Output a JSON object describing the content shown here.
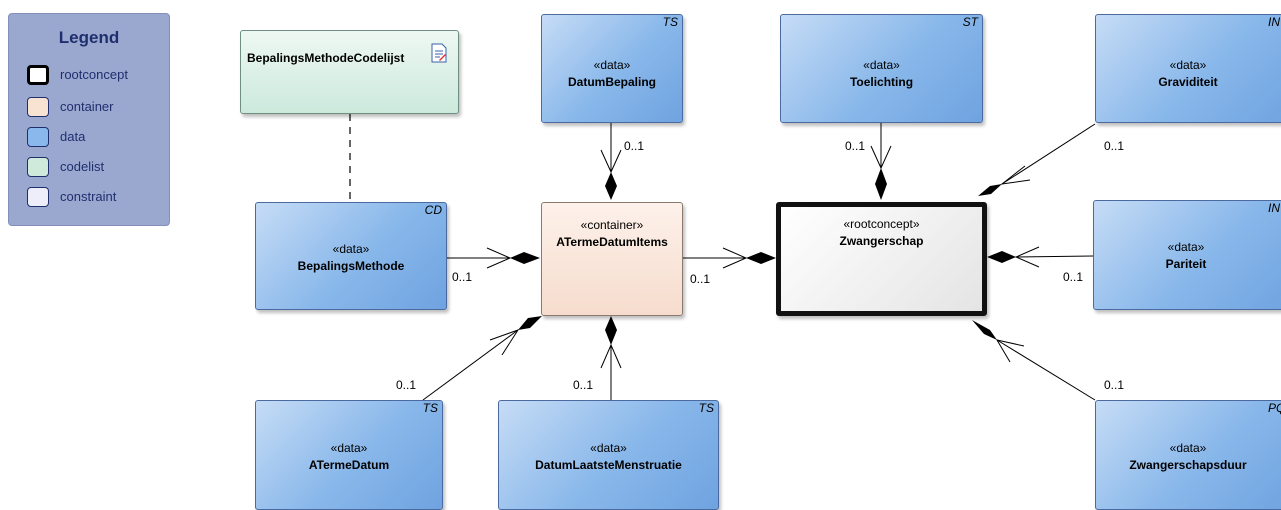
{
  "legend": {
    "title": "Legend",
    "items": [
      {
        "label": "rootconcept",
        "color": "#ffffff"
      },
      {
        "label": "container",
        "color": "#f8e2d2"
      },
      {
        "label": "data",
        "color": "#8ab8ec"
      },
      {
        "label": "codelist",
        "color": "#cfe9db"
      },
      {
        "label": "constraint",
        "color": "#eeeefa"
      }
    ]
  },
  "nodes": {
    "codelist": {
      "name": "BepalingsMethodeCodelijst"
    },
    "datum_bepaling": {
      "stereotype": "«data»",
      "name": "DatumBepaling",
      "tag": "TS"
    },
    "toelichting": {
      "stereotype": "«data»",
      "name": "Toelichting",
      "tag": "ST"
    },
    "graviditeit": {
      "stereotype": "«data»",
      "name": "Graviditeit",
      "tag": "INT"
    },
    "bepalings_methode": {
      "stereotype": "«data»",
      "name": "BepalingsMethode",
      "tag": "CD"
    },
    "aterme_items": {
      "stereotype": "«container»",
      "name": "ATermeDatumItems"
    },
    "zwangerschap": {
      "stereotype": "«rootconcept»",
      "name": "Zwangerschap"
    },
    "pariteit": {
      "stereotype": "«data»",
      "name": "Pariteit",
      "tag": "INT"
    },
    "aterme_datum": {
      "stereotype": "«data»",
      "name": "ATermeDatum",
      "tag": "TS"
    },
    "datum_lm": {
      "stereotype": "«data»",
      "name": "DatumLaatsteMenstruatie",
      "tag": "TS"
    },
    "zwangerschapsduur": {
      "stereotype": "«data»",
      "name": "Zwangerschapsduur",
      "tag": "PQ"
    }
  },
  "multiplicities": {
    "datum_bepaling": "0..1",
    "toelichting": "0..1",
    "graviditeit": "0..1",
    "bepalings_methode": "0..1",
    "aterme_items": "0..1",
    "pariteit": "0..1",
    "aterme_datum": "0..1",
    "datum_lm": "0..1",
    "zwangerschapsduur": "0..1"
  }
}
